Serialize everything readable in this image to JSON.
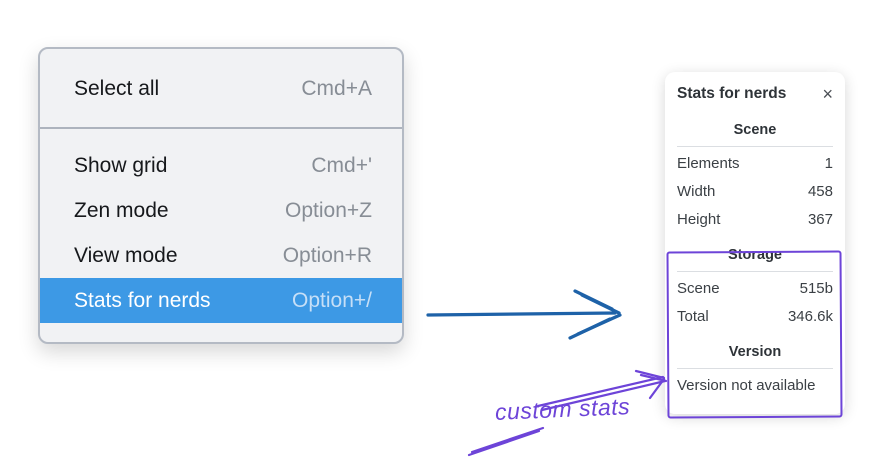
{
  "context_menu": {
    "sections": [
      {
        "items": [
          {
            "label": "Select all",
            "shortcut": "Cmd+A"
          }
        ]
      },
      {
        "items": [
          {
            "label": "Show grid",
            "shortcut": "Cmd+'"
          },
          {
            "label": "Zen mode",
            "shortcut": "Option+Z"
          },
          {
            "label": "View mode",
            "shortcut": "Option+R"
          },
          {
            "label": "Stats for nerds",
            "shortcut": "Option+/"
          }
        ]
      }
    ],
    "highlighted_item": "Stats for nerds"
  },
  "stats_panel": {
    "title": "Stats for nerds",
    "close_icon": "×",
    "scene_section": {
      "header": "Scene",
      "rows": [
        {
          "label": "Elements",
          "value": "1"
        },
        {
          "label": "Width",
          "value": "458"
        },
        {
          "label": "Height",
          "value": "367"
        }
      ]
    },
    "storage_section": {
      "header": "Storage",
      "rows": [
        {
          "label": "Scene",
          "value": "515b"
        },
        {
          "label": "Total",
          "value": "346.6k"
        }
      ]
    },
    "version_section": {
      "header": "Version",
      "note": "Version not available"
    }
  },
  "annotation": {
    "label": "custom stats"
  },
  "colors": {
    "menu_highlight": "#3d99e5",
    "arrow_blue": "#1e62a8",
    "annotation_purple": "#6d44d8"
  }
}
